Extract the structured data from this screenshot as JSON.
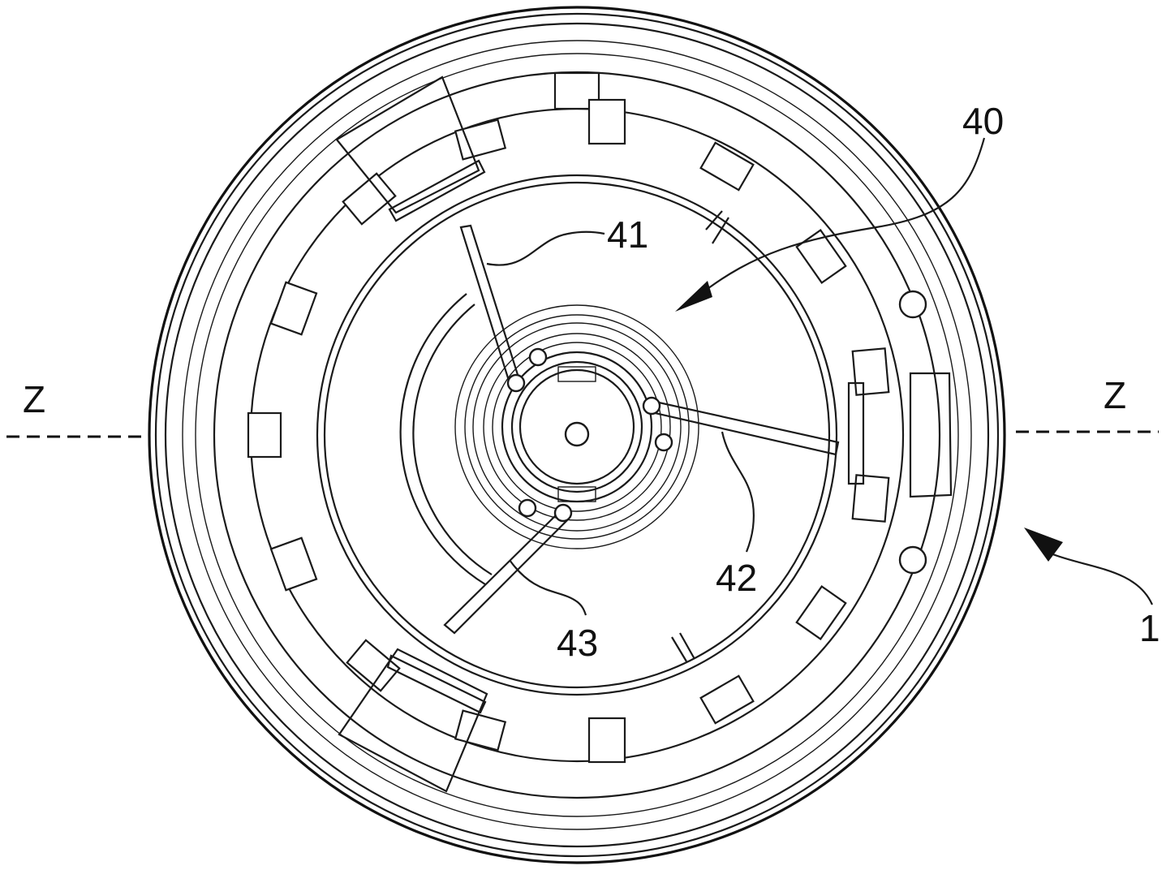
{
  "figure": {
    "axis_labels": {
      "left": "Z",
      "right": "Z"
    },
    "reference_numerals": {
      "assembly": "1",
      "stator": "40",
      "arm_top": "41",
      "arm_right": "42",
      "arm_bottom": "43"
    }
  }
}
